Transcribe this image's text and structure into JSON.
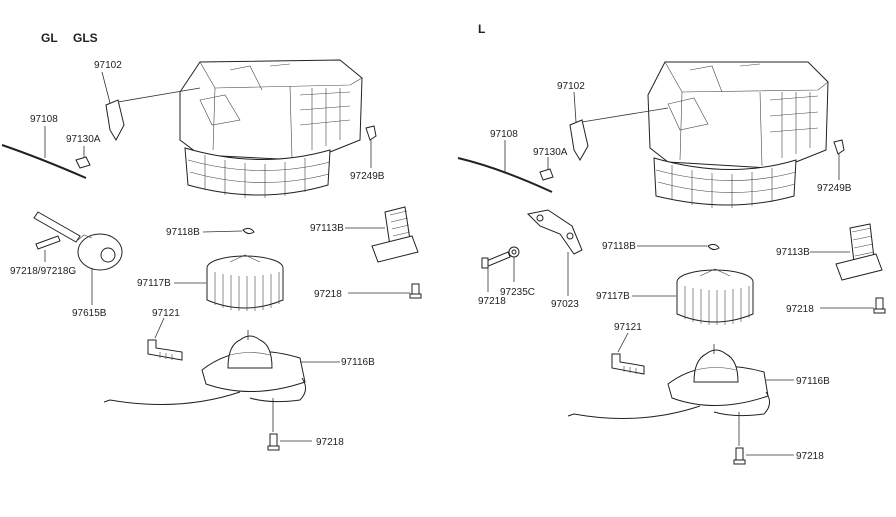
{
  "headers": {
    "left_gl": "GL",
    "left_gls": "GLS",
    "right_l": "L"
  },
  "left": {
    "p97102": "97102",
    "p97108": "97108",
    "p97130A": "97130A",
    "p97249B": "97249B",
    "p97118B": "97118B",
    "p97113B": "97113B",
    "p97218_97218G": "97218/97218G",
    "p97615B": "97615B",
    "p97117B": "97117B",
    "p97218_mid": "97218",
    "p97121": "97121",
    "p97116B": "97116B",
    "p97218_bottom": "97218"
  },
  "right": {
    "p97102": "97102",
    "p97108": "97108",
    "p97130A": "97130A",
    "p97249B": "97249B",
    "p97118B": "97118B",
    "p97113B": "97113B",
    "p97218_screw": "97218",
    "p97235C": "97235C",
    "p97023": "97023",
    "p97117B": "97117B",
    "p97218_mid": "97218",
    "p97121": "97121",
    "p97116B": "97116B",
    "p97218_bottom": "97218"
  }
}
